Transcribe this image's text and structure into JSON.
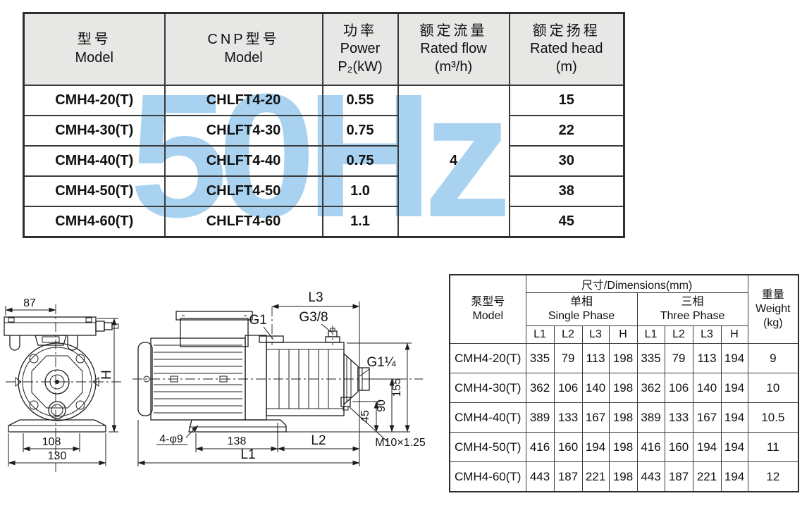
{
  "watermark": "50Hz",
  "colors": {
    "watermark_blue": "#a8d2f0",
    "header_gray": "#e7e7e5",
    "line_dark": "#2d2d2d"
  },
  "spec_table": {
    "headers": {
      "model_cn": "型号",
      "model_en": "Model",
      "cnp_cn": "CNP型号",
      "cnp_en": "Model",
      "power_cn": "功率",
      "power_en": "Power",
      "power_unit": "P₂(kW)",
      "flow_cn": "额定流量",
      "flow_en": "Rated flow",
      "flow_unit": "(m³/h)",
      "head_cn": "额定扬程",
      "head_en": "Rated head",
      "head_unit": "(m)"
    },
    "flow_value": "4",
    "rows": [
      {
        "model": "CMH4-20(T)",
        "cnp": "CHLFT4-20",
        "power": "0.55",
        "head": "15"
      },
      {
        "model": "CMH4-30(T)",
        "cnp": "CHLFT4-30",
        "power": "0.75",
        "head": "22"
      },
      {
        "model": "CMH4-40(T)",
        "cnp": "CHLFT4-40",
        "power": "0.75",
        "head": "30"
      },
      {
        "model": "CMH4-50(T)",
        "cnp": "CHLFT4-50",
        "power": "1.0",
        "head": "38"
      },
      {
        "model": "CMH4-60(T)",
        "cnp": "CHLFT4-60",
        "power": "1.1",
        "head": "45"
      }
    ]
  },
  "dim_table": {
    "model_cn": "泵型号",
    "model_en": "Model",
    "dims_title": "尺寸/Dimensions(mm)",
    "single_cn": "单相",
    "single_en": "Single Phase",
    "three_cn": "三相",
    "three_en": "Three Phase",
    "weight_cn": "重量",
    "weight_en": "Weight",
    "weight_unit": "(kg)",
    "sub_headers": [
      "L1",
      "L2",
      "L3",
      "H",
      "L1",
      "L2",
      "L3",
      "H"
    ],
    "rows": [
      {
        "model": "CMH4-20(T)",
        "values": [
          "335",
          "79",
          "113",
          "198",
          "335",
          "79",
          "113",
          "194"
        ],
        "weight": "9"
      },
      {
        "model": "CMH4-30(T)",
        "values": [
          "362",
          "106",
          "140",
          "198",
          "362",
          "106",
          "140",
          "194"
        ],
        "weight": "10"
      },
      {
        "model": "CMH4-40(T)",
        "values": [
          "389",
          "133",
          "167",
          "198",
          "389",
          "133",
          "167",
          "194"
        ],
        "weight": "10.5"
      },
      {
        "model": "CMH4-50(T)",
        "values": [
          "416",
          "160",
          "194",
          "198",
          "416",
          "160",
          "194",
          "194"
        ],
        "weight": "11"
      },
      {
        "model": "CMH4-60(T)",
        "values": [
          "443",
          "187",
          "221",
          "198",
          "443",
          "187",
          "221",
          "194"
        ],
        "weight": "12"
      }
    ]
  },
  "drawing": {
    "front": {
      "d87": "87",
      "dH": "H",
      "d108": "108",
      "d130": "130"
    },
    "side": {
      "l3": "L3",
      "g1": "G1",
      "g38": "G3/8",
      "g114": "G1¼",
      "d155": "155",
      "d90": "90",
      "d45": "45",
      "m10": "M10×1.25",
      "holes": "4-φ9",
      "d138": "138",
      "l2": "L2",
      "l1": "L1"
    }
  }
}
